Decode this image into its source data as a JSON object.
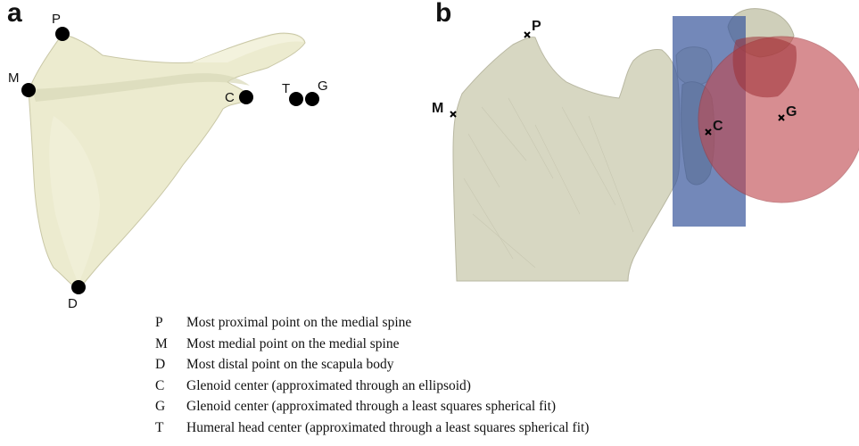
{
  "panels": {
    "a": {
      "label": "a",
      "landmarks": {
        "P": "P",
        "M": "M",
        "C": "C",
        "T": "T",
        "G": "G",
        "D": "D"
      }
    },
    "b": {
      "label": "b",
      "landmarks": {
        "P": "P",
        "M": "M",
        "C": "C",
        "G": "G"
      }
    }
  },
  "colors": {
    "bone_fill": "#ecebcf",
    "bone_shadow": "#d9d8b8",
    "bone_b_fill": "#d7d7c2",
    "marker": "#000000",
    "plane": "#3d5a9e",
    "sphere": "#c0494f"
  },
  "legend": [
    {
      "key": "P",
      "description": "Most proximal point on the medial spine"
    },
    {
      "key": "M",
      "description": "Most medial point on the medial spine"
    },
    {
      "key": "D",
      "description": "Most distal point on the scapula body"
    },
    {
      "key": "C",
      "description": "Glenoid center (approximated through an ellipsoid)"
    },
    {
      "key": "G",
      "description": "Glenoid center (approximated through a least squares spherical fit)"
    },
    {
      "key": "T",
      "description": "Humeral head center (approximated through a least squares spherical fit)"
    }
  ]
}
